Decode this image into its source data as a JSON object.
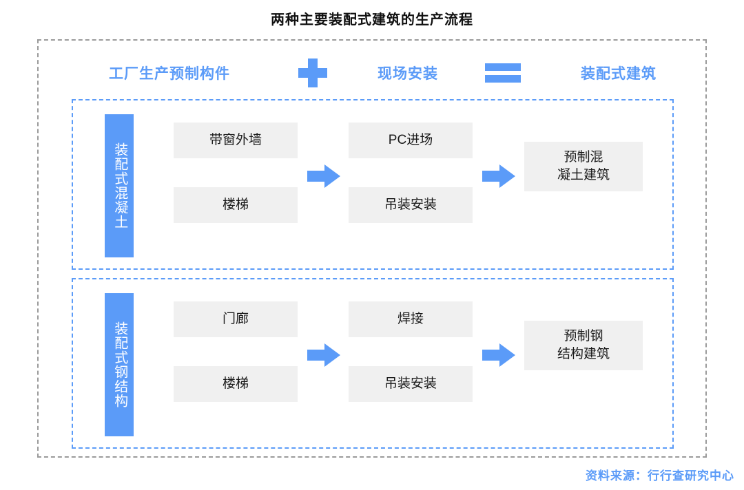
{
  "title": "两种主要装配式建筑的生产流程",
  "equation": {
    "term_1": "工厂生产预制构件",
    "operator_plus": "plus-icon",
    "term_2": "现场安装",
    "operator_equals": "equals-icon",
    "term_3": "装配式建筑"
  },
  "rows": [
    {
      "label": "装配式混凝土",
      "factory": [
        "带窗外墙",
        "楼梯"
      ],
      "onsite": [
        "PC进场",
        "吊装安装"
      ],
      "result": "预制混\n凝土建筑",
      "result_line1": "预制混",
      "result_line2": "凝土建筑"
    },
    {
      "label": "装配式钢结构",
      "factory": [
        "门廊",
        "楼梯"
      ],
      "onsite": [
        "焊接",
        "吊装安装"
      ],
      "result": "预制钢\n结构建筑",
      "result_line1": "预制钢",
      "result_line2": "结构建筑"
    }
  ],
  "source": "资料来源：行行查研究中心",
  "colors": {
    "accent_blue": "#5b9bf8",
    "box_gray": "#f0f0f0",
    "outer_border": "#9a9a9a",
    "title_text": "#111111"
  }
}
